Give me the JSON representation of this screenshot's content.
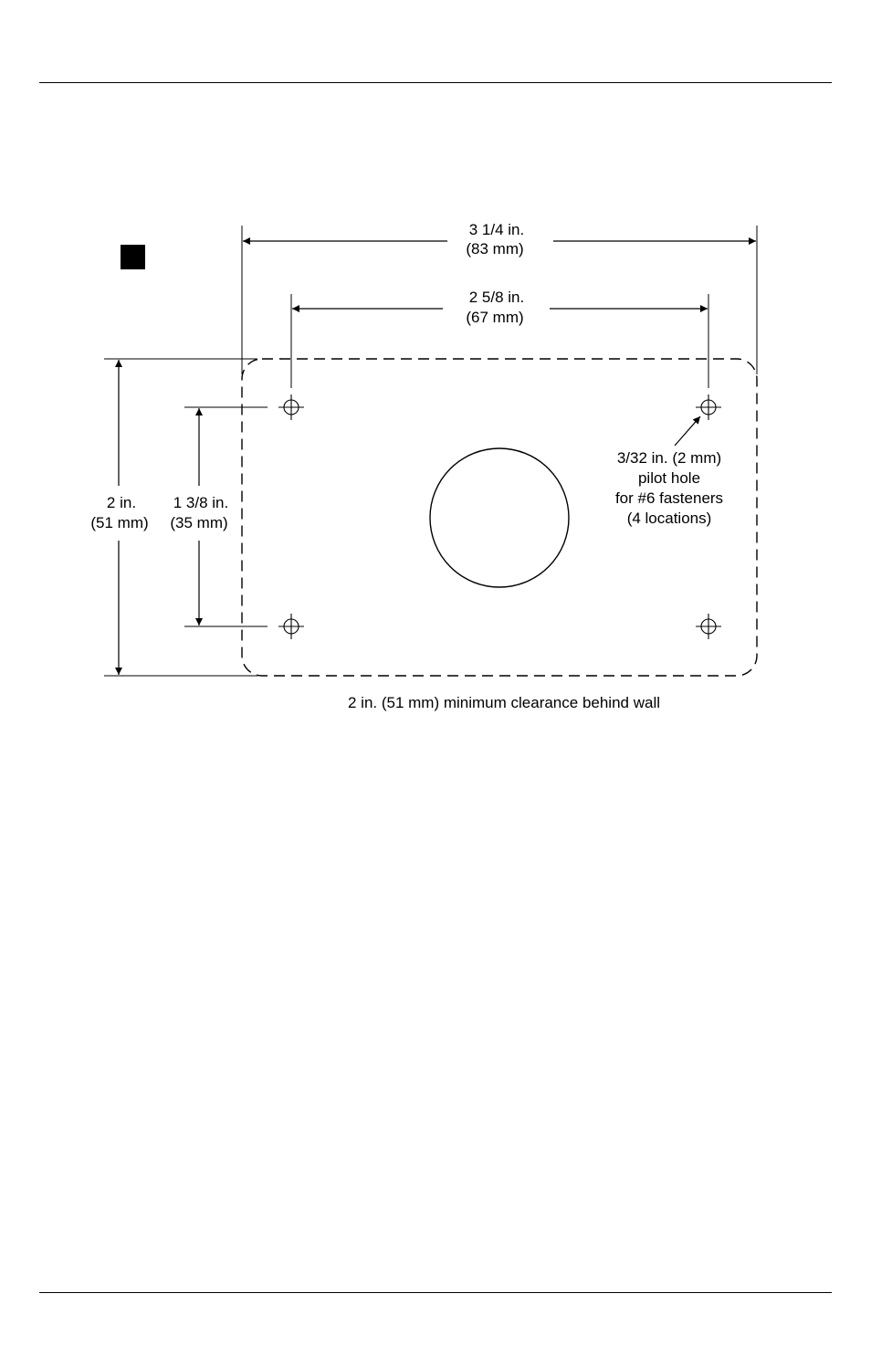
{
  "dimensions": {
    "overall_width": {
      "imperial": "3 1/4 in.",
      "metric": "(83 mm)"
    },
    "hole_spacing_width": {
      "imperial": "2 5/8 in.",
      "metric": "(67 mm)"
    },
    "overall_height": {
      "imperial": "2 in.",
      "metric": "(51 mm)"
    },
    "hole_spacing_height": {
      "imperial": "1 3/8 in.",
      "metric": "(35 mm)"
    }
  },
  "pilot_hole_note": {
    "line1": "3/32 in. (2 mm)",
    "line2": "pilot hole",
    "line3": "for #6 fasteners",
    "line4": "(4 locations)"
  },
  "clearance_note": "2 in. (51 mm) minimum clearance behind wall"
}
